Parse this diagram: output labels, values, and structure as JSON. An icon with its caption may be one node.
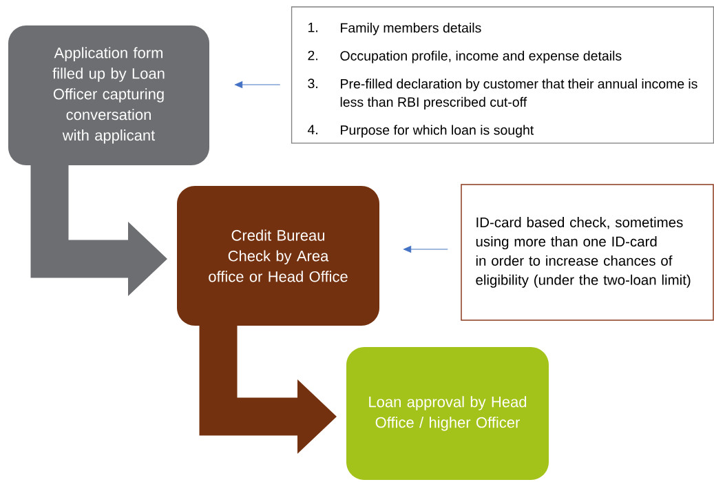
{
  "diagram": {
    "nodes": [
      {
        "text": [
          "Application form filled up by Loan Officer capturing conversation with applicant"
        ]
      },
      {
        "text": [
          "1.",
          "Family members details",
          "2.",
          "Occupation profile, income and expense details",
          "3.",
          "Pre-filled declaration by customer that their annual income is less than RBI prescribed cut-off",
          "4.",
          "Purpose for which loan is sought"
        ]
      },
      {
        "text": [
          "Credit Bureau Check by Area office or Head Office"
        ]
      },
      {
        "text": [
          "ID-card based check, sometimes using more than one ID-card in order to increase chances of eligibility (under the two-loan limit)"
        ]
      },
      {
        "text": [
          "Loan approval by Head Office / higher Officer"
        ]
      }
    ],
    "edges": [
      {
        "from": 1,
        "to": 0,
        "arrow": "to",
        "color": "#4472c4"
      },
      {
        "from": 0,
        "to": 2,
        "arrow": "to",
        "style": "thick",
        "color": "#6d6e71"
      },
      {
        "from": 3,
        "to": 2,
        "arrow": "to",
        "color": "#4472c4"
      },
      {
        "from": 2,
        "to": 4,
        "arrow": "to",
        "style": "thick",
        "color": "#74310f"
      }
    ]
  }
}
